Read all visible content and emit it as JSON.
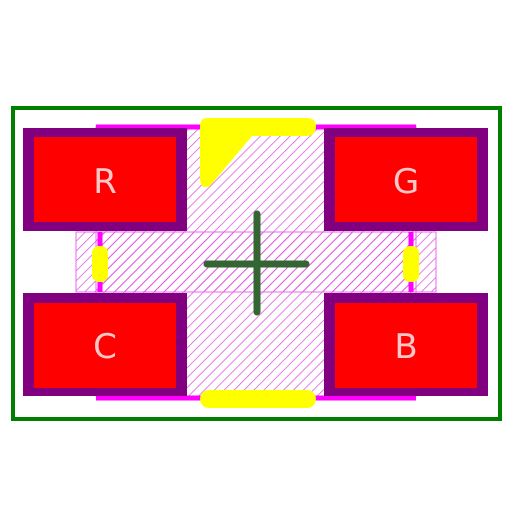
{
  "footprint": {
    "pads": [
      {
        "id": "pad-r",
        "label": "R"
      },
      {
        "id": "pad-g",
        "label": "G"
      },
      {
        "id": "pad-c",
        "label": "C"
      },
      {
        "id": "pad-b",
        "label": "B"
      }
    ],
    "colors": {
      "courtyard": "#008000",
      "pad_fill": "#ff0000",
      "pad_ring": "#800080",
      "fab_outline": "#ff00ff",
      "silkscreen": "#ffff00",
      "centroid": "#336633",
      "pad_label": "#ffc8c8",
      "hatch": "#dd44dd"
    }
  }
}
